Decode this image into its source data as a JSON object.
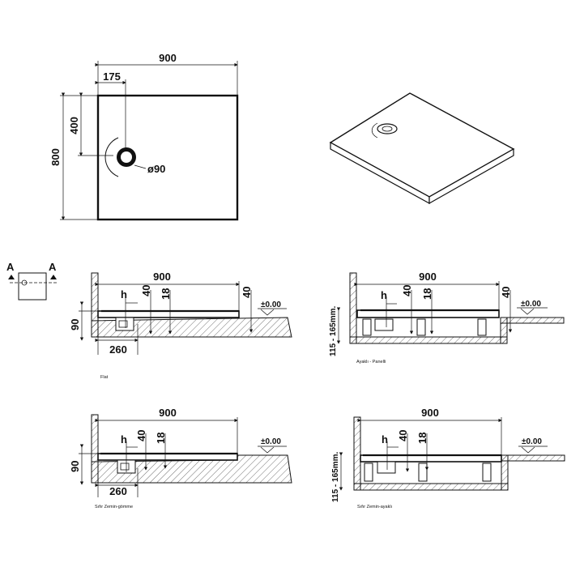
{
  "plan": {
    "width_label": "900",
    "drain_offset_label": "175",
    "half_height_label": "400",
    "height_label": "800",
    "drain_diameter_label": "ø90"
  },
  "key": {
    "section_a_left": "A",
    "section_a_right": "A"
  },
  "sections": [
    {
      "id": "flat",
      "caption": "Flat",
      "width_label": "900",
      "h_label": "h",
      "dim_40_left": "40",
      "dim_18": "18",
      "dim_40_right": "40",
      "level_label": "±0.00",
      "depth_label": "90",
      "drain_label": "260"
    },
    {
      "id": "feet-panel",
      "caption": "Ayaklı - Panelli",
      "width_label": "900",
      "h_label": "h",
      "dim_40_left": "40",
      "dim_18": "18",
      "dim_40_right": "40",
      "level_label": "±0.00",
      "range_label": "115 - 165mm."
    },
    {
      "id": "flush-recessed",
      "caption": "Sıfır Zemin-gömme",
      "width_label": "900",
      "h_label": "h",
      "dim_40_left": "40",
      "dim_18": "18",
      "level_label": "±0.00",
      "depth_label": "90",
      "drain_label": "260"
    },
    {
      "id": "flush-feet",
      "caption": "Sıfır Zemin-ayaklı",
      "width_label": "900",
      "h_label": "h",
      "dim_40_left": "40",
      "dim_18": "18",
      "level_label": "±0.00",
      "range_label": "115 - 165mm."
    }
  ]
}
